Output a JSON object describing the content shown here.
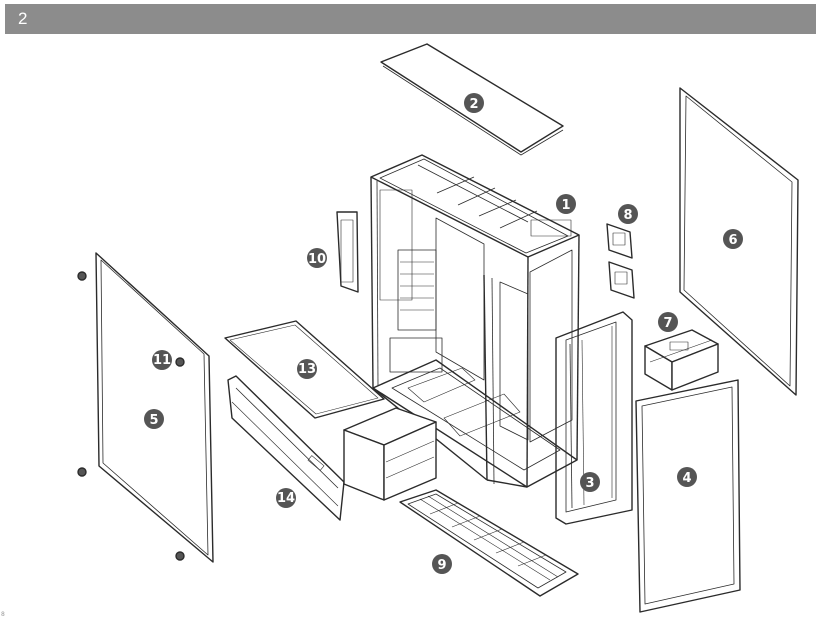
{
  "header": {
    "number": "2",
    "bar_color": "#8c8c8c"
  },
  "corner_mark": "8",
  "callouts": [
    "1",
    "2",
    "3",
    "4",
    "5",
    "6",
    "7",
    "8",
    "9",
    "10",
    "11",
    "13",
    "14"
  ],
  "colors": {
    "line": "#2b2b2b",
    "callout_fill": "#555555",
    "callout_text": "#ffffff"
  }
}
